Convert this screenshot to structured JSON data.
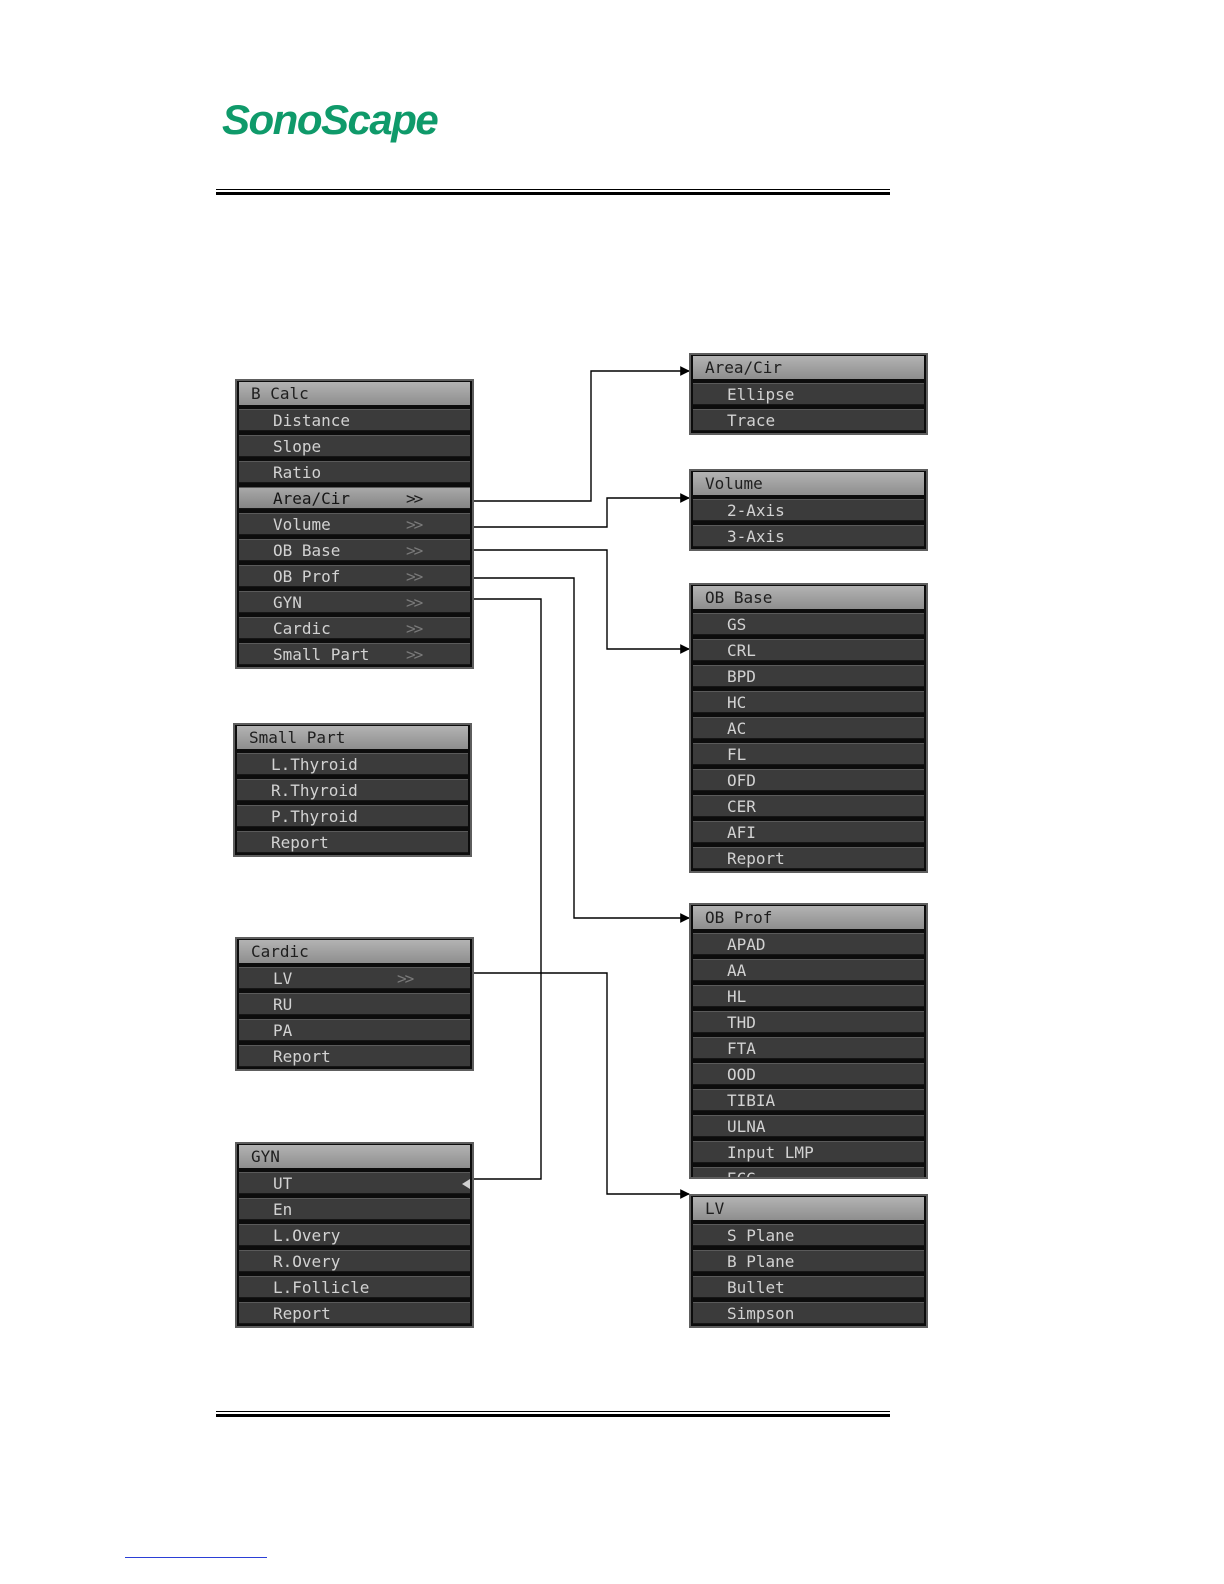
{
  "header": {
    "logo_text": "SonoScape",
    "brand_color": "#0f9a6a"
  },
  "menus": {
    "b_calc": {
      "title": "B Calc",
      "items": [
        {
          "label": "Distance",
          "arrow": ""
        },
        {
          "label": "Slope",
          "arrow": ""
        },
        {
          "label": "Ratio",
          "arrow": ""
        },
        {
          "label": "Area/Cir",
          "arrow": ">>"
        },
        {
          "label": "Volume",
          "arrow": ">>"
        },
        {
          "label": "OB Base",
          "arrow": ">>"
        },
        {
          "label": "OB Prof",
          "arrow": ">>"
        },
        {
          "label": "GYN",
          "arrow": ">>"
        },
        {
          "label": "Cardic",
          "arrow": ">>"
        },
        {
          "label": "Small Part",
          "arrow": ">>"
        }
      ],
      "selected_item": "Area/Cir"
    },
    "area_cir": {
      "title": "Area/Cir",
      "items": [
        "Ellipse",
        "Trace"
      ]
    },
    "volume": {
      "title": "Volume",
      "items": [
        "2-Axis",
        "3-Axis"
      ]
    },
    "ob_base": {
      "title": "OB Base",
      "items": [
        "GS",
        "CRL",
        "BPD",
        "HC",
        "AC",
        "FL",
        "OFD",
        "CER",
        "AFI",
        "Report"
      ]
    },
    "ob_prof": {
      "title": "OB Prof",
      "items": [
        "APAD",
        "AA",
        "HL",
        "THD",
        "FTA",
        "OOD",
        "TIBIA",
        "ULNA",
        "Input LMP",
        "ECG"
      ]
    },
    "small_part": {
      "title": "Small Part",
      "items": [
        "L.Thyroid",
        "R.Thyroid",
        "P.Thyroid",
        "Report"
      ]
    },
    "cardic": {
      "title": "Cardic",
      "items": [
        {
          "label": "LV",
          "arrow": ">>"
        },
        {
          "label": "RU",
          "arrow": ""
        },
        {
          "label": "PA",
          "arrow": ""
        },
        {
          "label": "Report",
          "arrow": ""
        }
      ]
    },
    "gyn": {
      "title": "GYN",
      "items": [
        "UT",
        "En",
        "L.Overy",
        "R.Overy",
        "L.Follicle",
        "Report"
      ]
    },
    "lv": {
      "title": "LV",
      "items": [
        "S Plane",
        "B Plane",
        "Bullet",
        "Simpson"
      ]
    }
  }
}
